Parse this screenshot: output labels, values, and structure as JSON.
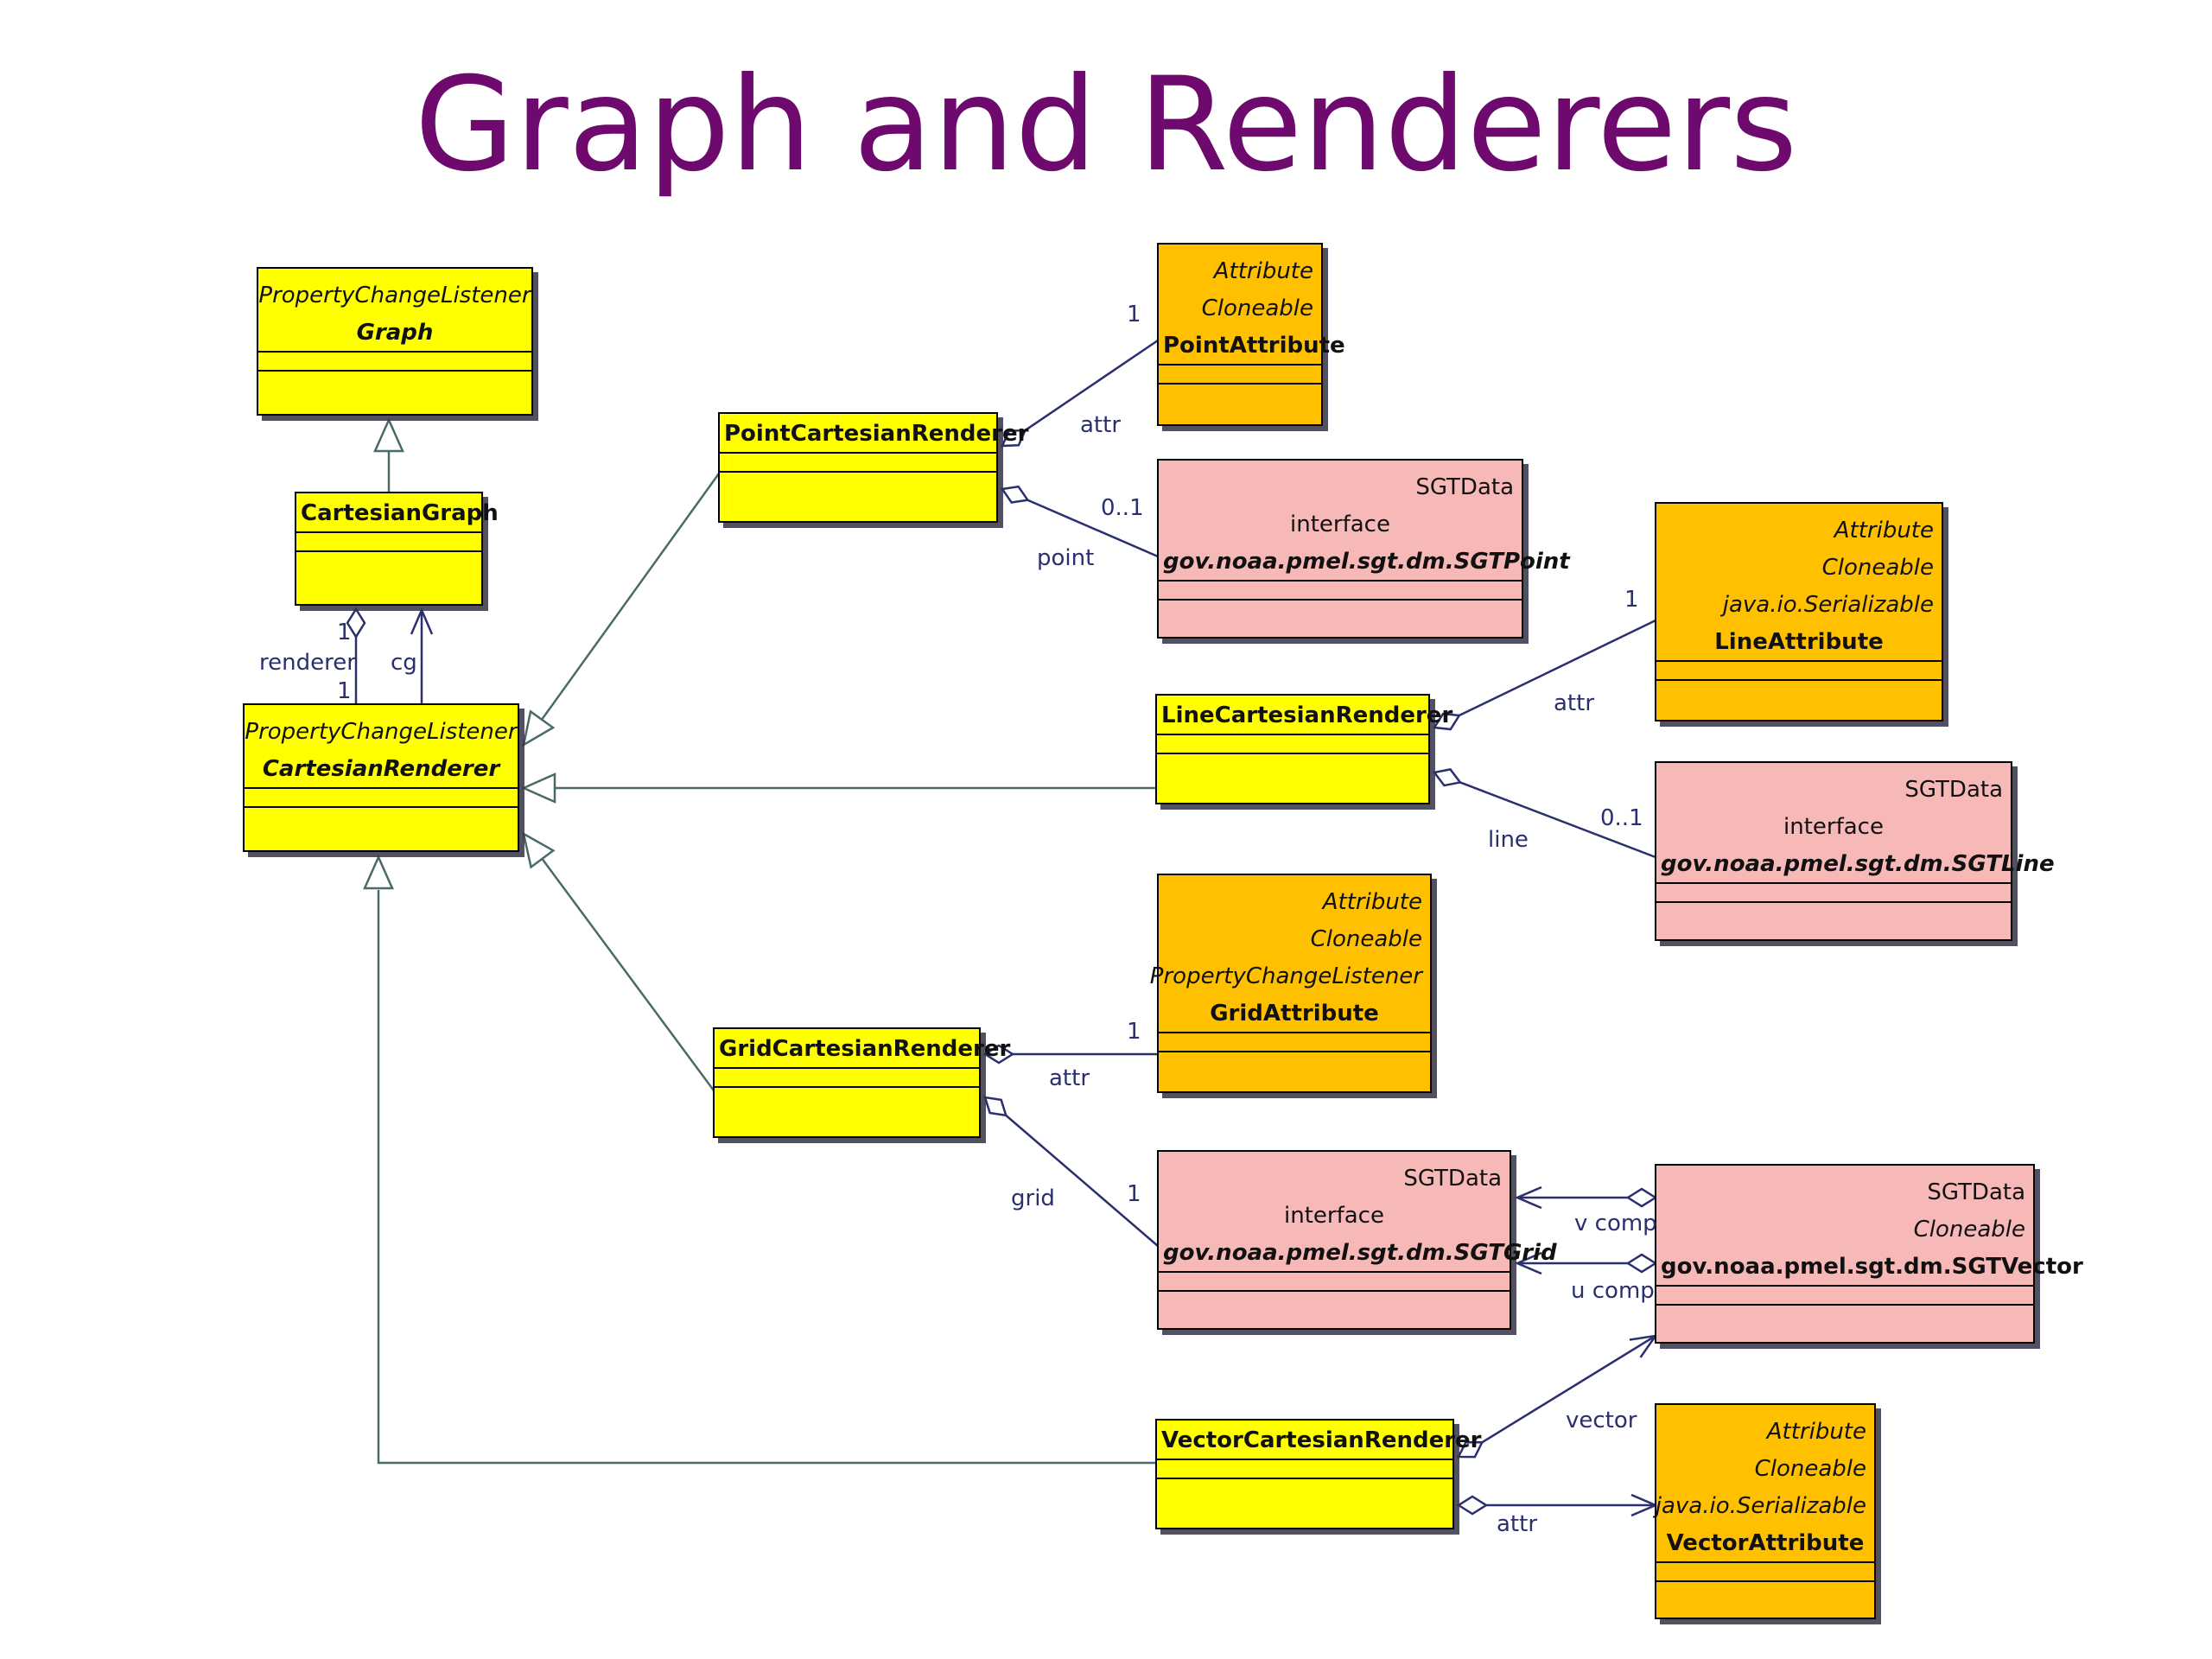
{
  "title": "Graph and Renderers",
  "colors": {
    "yellow": "#ffff00",
    "orange": "#ffc000",
    "pink": "#f7b8b8",
    "title": "#6e0a6e",
    "line": "#4a6a6a",
    "assoc": "#2a2f6e"
  },
  "classes": [
    {
      "id": "graph",
      "fill": "yellow",
      "stereo": [
        "PropertyChangeListener"
      ],
      "name": "Graph",
      "name_italic": true
    },
    {
      "id": "cartesian_graph",
      "fill": "yellow",
      "stereo": [],
      "name": "CartesianGraph",
      "name_italic": false
    },
    {
      "id": "cartesian_renderer",
      "fill": "yellow",
      "stereo": [
        "PropertyChangeListener"
      ],
      "name": "CartesianRenderer",
      "name_italic": true
    },
    {
      "id": "point_renderer",
      "fill": "yellow",
      "stereo": [],
      "name": "PointCartesianRenderer",
      "name_italic": false
    },
    {
      "id": "line_renderer",
      "fill": "yellow",
      "stereo": [],
      "name": "LineCartesianRenderer",
      "name_italic": false
    },
    {
      "id": "grid_renderer",
      "fill": "yellow",
      "stereo": [],
      "name": "GridCartesianRenderer",
      "name_italic": false
    },
    {
      "id": "vector_renderer",
      "fill": "yellow",
      "stereo": [],
      "name": "VectorCartesianRenderer",
      "name_italic": false
    },
    {
      "id": "point_attribute",
      "fill": "orange",
      "stereo": [
        "Attribute",
        "Cloneable"
      ],
      "name": "PointAttribute",
      "name_italic": false
    },
    {
      "id": "line_attribute",
      "fill": "orange",
      "stereo": [
        "Attribute",
        "Cloneable",
        "java.io.Serializable"
      ],
      "name": "LineAttribute",
      "name_italic": false
    },
    {
      "id": "grid_attribute",
      "fill": "orange",
      "stereo": [
        "Attribute",
        "Cloneable",
        "PropertyChangeListener"
      ],
      "name": "GridAttribute",
      "name_italic": false
    },
    {
      "id": "vector_attribute",
      "fill": "orange",
      "stereo": [
        "Attribute",
        "Cloneable",
        "java.io.Serializable"
      ],
      "name": "VectorAttribute",
      "name_italic": false
    },
    {
      "id": "sgt_point",
      "fill": "pink",
      "stereo": [
        "SGTData",
        "interface"
      ],
      "name": "gov.noaa.pmel.sgt.dm.SGTPoint",
      "name_italic": true
    },
    {
      "id": "sgt_line",
      "fill": "pink",
      "stereo": [
        "SGTData",
        "interface"
      ],
      "name": "gov.noaa.pmel.sgt.dm.SGTLine",
      "name_italic": true
    },
    {
      "id": "sgt_grid",
      "fill": "pink",
      "stereo": [
        "SGTData",
        "interface"
      ],
      "name": "gov.noaa.pmel.sgt.dm.SGTGrid",
      "name_italic": true
    },
    {
      "id": "sgt_vector",
      "fill": "pink",
      "stereo": [
        "SGTData",
        "Cloneable"
      ],
      "name": "gov.noaa.pmel.sgt.dm.SGTVector",
      "name_italic": false
    }
  ],
  "labels": {
    "renderer_mult_top": "1",
    "renderer_role": "renderer",
    "renderer_mult_bottom": "1",
    "cg_role": "cg",
    "point_attr_mult": "1",
    "point_attr_role": "attr",
    "point_point_mult": "0..1",
    "point_point_role": "point",
    "line_attr_mult": "1",
    "line_attr_role": "attr",
    "line_line_mult": "0..1",
    "line_line_role": "line",
    "grid_attr_mult": "1",
    "grid_attr_role": "attr",
    "grid_grid_mult": "1",
    "grid_grid_role": "grid",
    "vcomp_role": "v comp",
    "ucomp_role": "u comp",
    "vector_role": "vector",
    "vector_attr_role": "attr"
  }
}
